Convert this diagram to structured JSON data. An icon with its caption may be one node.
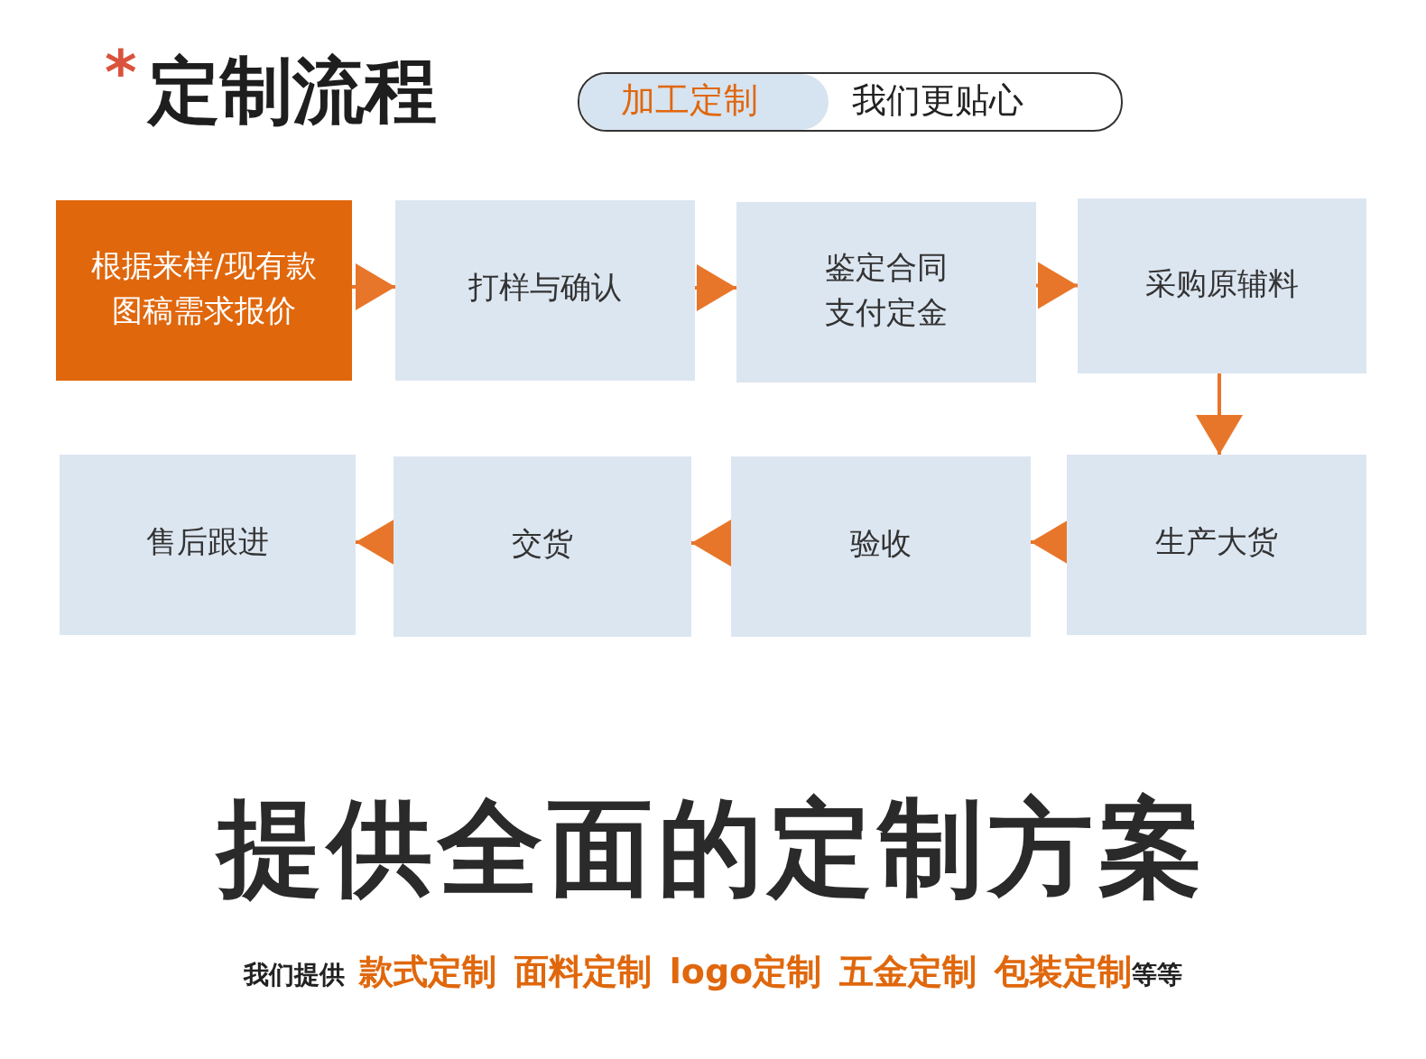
{
  "diagram": {
    "title": "定制流程",
    "nodes": [
      {
        "text": [
          "根据来样/现有款图稿需求报价"
        ]
      },
      {
        "text": [
          "打样与确认"
        ]
      },
      {
        "text": [
          "鉴定合同支付定金"
        ]
      },
      {
        "text": [
          "采购原辅料"
        ]
      },
      {
        "text": [
          "售后跟进"
        ]
      },
      {
        "text": [
          "交货"
        ]
      },
      {
        "text": [
          "验收"
        ]
      },
      {
        "text": [
          "生产大货"
        ]
      }
    ],
    "edges": [
      {
        "from": 0,
        "to": 1,
        "arrow": "to"
      },
      {
        "from": 1,
        "to": 2,
        "arrow": "to"
      },
      {
        "from": 2,
        "to": 3,
        "arrow": "to"
      },
      {
        "from": 3,
        "to": 7,
        "arrow": "to"
      },
      {
        "from": 7,
        "to": 6,
        "arrow": "to"
      },
      {
        "from": 6,
        "to": 5,
        "arrow": "to"
      },
      {
        "from": 5,
        "to": 4,
        "arrow": "to"
      }
    ],
    "labels": [
      "*",
      "加工定制",
      "我们更贴心",
      "提供全面的定制方案",
      "我们提供",
      "款式定制",
      "面料定制",
      "logo定制",
      "五金定制",
      "包装定制",
      "等等"
    ]
  }
}
